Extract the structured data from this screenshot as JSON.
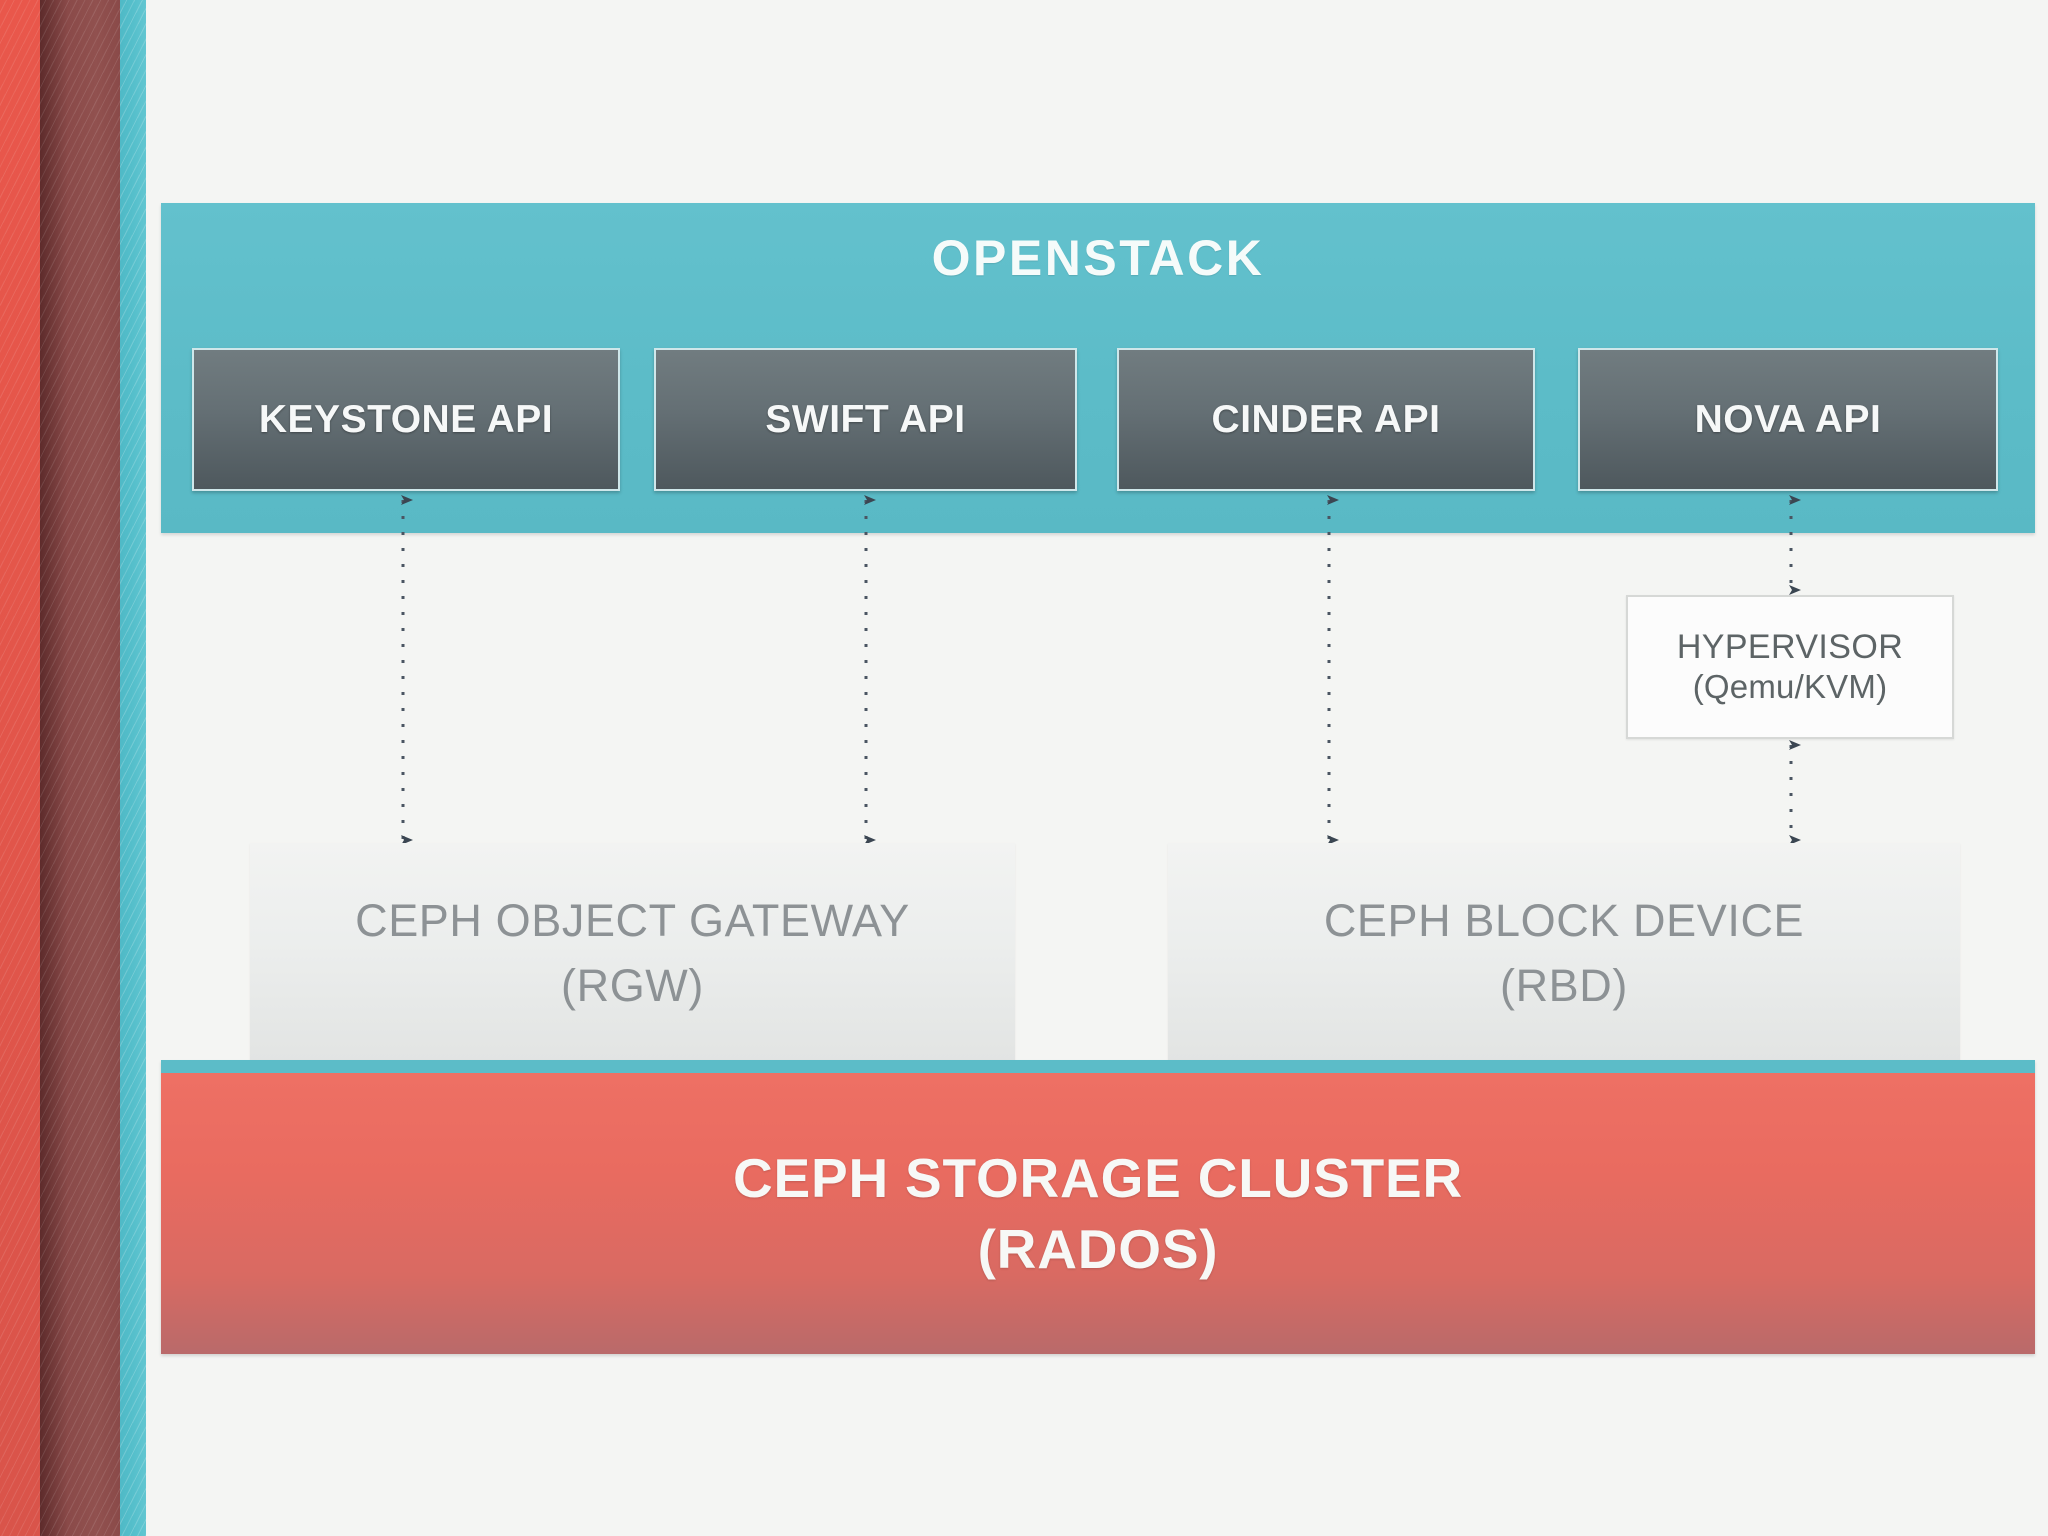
{
  "slide": {
    "background_color": "#f3f4f2",
    "accent_teal": "#5cbcc8",
    "accent_red": "#e96b60",
    "accent_maroon": "#8a4a49"
  },
  "openstack": {
    "title": "OPENSTACK",
    "panel_color": "#5cbcc8",
    "apis": [
      {
        "label": "KEYSTONE API",
        "name": "keystone-api-box"
      },
      {
        "label": "SWIFT API",
        "name": "swift-api-box"
      },
      {
        "label": "CINDER API",
        "name": "cinder-api-box"
      },
      {
        "label": "NOVA API",
        "name": "nova-api-box"
      }
    ]
  },
  "hypervisor": {
    "line1": "HYPERVISOR",
    "line2": "(Qemu/KVM)"
  },
  "ceph_services": [
    {
      "line1": "CEPH OBJECT GATEWAY",
      "line2": "(RGW)"
    },
    {
      "line1": "CEPH BLOCK DEVICE",
      "line2": "(RBD)"
    }
  ],
  "cluster": {
    "line1": "CEPH STORAGE CLUSTER",
    "line2": "(RADOS)",
    "color": "#e96b60"
  },
  "connectors": [
    {
      "from": "KEYSTONE API",
      "to": "CEPH OBJECT GATEWAY (RGW)",
      "style": "dotted-double-arrow"
    },
    {
      "from": "SWIFT API",
      "to": "CEPH OBJECT GATEWAY (RGW)",
      "style": "dotted-double-arrow"
    },
    {
      "from": "CINDER API",
      "to": "CEPH BLOCK DEVICE (RBD)",
      "style": "dotted-double-arrow"
    },
    {
      "from": "NOVA API",
      "to": "HYPERVISOR (Qemu/KVM)",
      "style": "dotted-double-arrow"
    },
    {
      "from": "HYPERVISOR (Qemu/KVM)",
      "to": "CEPH BLOCK DEVICE (RBD)",
      "style": "dotted-double-arrow"
    }
  ]
}
